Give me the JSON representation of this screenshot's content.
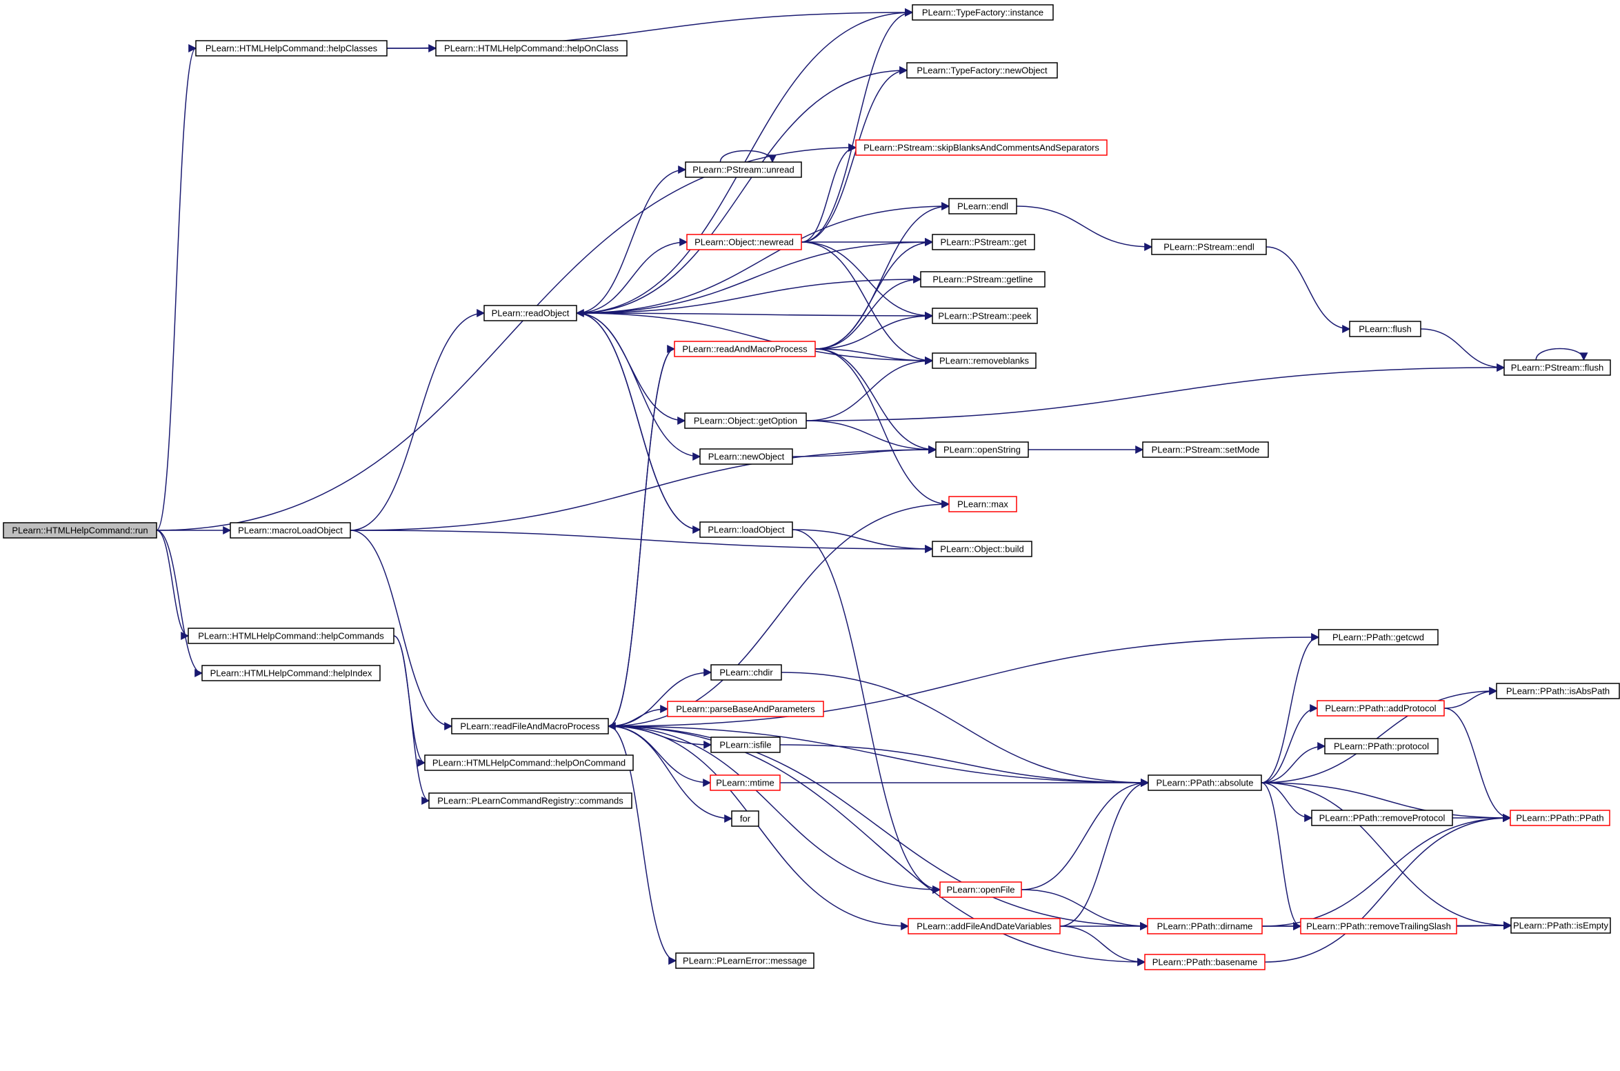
{
  "colors": {
    "edge": "#191970",
    "node_border": "#000000",
    "node_border_incomplete": "#ff0000",
    "node_fill": "#ffffff",
    "root_fill": "#bfbfbf"
  },
  "nodes": [
    {
      "id": "run",
      "label": "PLearn::HTMLHelpCommand::run",
      "style": "root"
    },
    {
      "id": "helpClasses",
      "label": "PLearn::HTMLHelpCommand::helpClasses",
      "style": "normal"
    },
    {
      "id": "helpOnClass",
      "label": "PLearn::HTMLHelpCommand::helpOnClass",
      "style": "normal"
    },
    {
      "id": "tfInstance",
      "label": "PLearn::TypeFactory::instance",
      "style": "normal"
    },
    {
      "id": "tfNewObject",
      "label": "PLearn::TypeFactory::newObject",
      "style": "normal"
    },
    {
      "id": "skipBlanks",
      "label": "PLearn::PStream::skipBlanksAndCommentsAndSeparators",
      "style": "truncated"
    },
    {
      "id": "unread",
      "label": "PLearn::PStream::unread",
      "style": "normal"
    },
    {
      "id": "endl",
      "label": "PLearn::endl",
      "style": "normal"
    },
    {
      "id": "psEndl",
      "label": "PLearn::PStream::endl",
      "style": "normal"
    },
    {
      "id": "newread",
      "label": "PLearn::Object::newread",
      "style": "truncated"
    },
    {
      "id": "psGet",
      "label": "PLearn::PStream::get",
      "style": "normal"
    },
    {
      "id": "getline",
      "label": "PLearn::PStream::getline",
      "style": "normal"
    },
    {
      "id": "readObject",
      "label": "PLearn::readObject",
      "style": "normal"
    },
    {
      "id": "peek",
      "label": "PLearn::PStream::peek",
      "style": "normal"
    },
    {
      "id": "flush",
      "label": "PLearn::flush",
      "style": "normal"
    },
    {
      "id": "readAndMacroProcess",
      "label": "PLearn::readAndMacroProcess",
      "style": "truncated"
    },
    {
      "id": "removeblanks",
      "label": "PLearn::removeblanks",
      "style": "normal"
    },
    {
      "id": "psFlush",
      "label": "PLearn::PStream::flush",
      "style": "normal"
    },
    {
      "id": "getOption",
      "label": "PLearn::Object::getOption",
      "style": "normal"
    },
    {
      "id": "openString",
      "label": "PLearn::openString",
      "style": "normal"
    },
    {
      "id": "setMode",
      "label": "PLearn::PStream::setMode",
      "style": "normal"
    },
    {
      "id": "newObject",
      "label": "PLearn::newObject",
      "style": "normal"
    },
    {
      "id": "max",
      "label": "PLearn::max",
      "style": "truncated"
    },
    {
      "id": "macroLoadObject",
      "label": "PLearn::macroLoadObject",
      "style": "normal"
    },
    {
      "id": "loadObject",
      "label": "PLearn::loadObject",
      "style": "normal"
    },
    {
      "id": "build",
      "label": "PLearn::Object::build",
      "style": "normal"
    },
    {
      "id": "helpCommands",
      "label": "PLearn::HTMLHelpCommand::helpCommands",
      "style": "normal"
    },
    {
      "id": "getcwd",
      "label": "PLearn::PPath::getcwd",
      "style": "normal"
    },
    {
      "id": "helpIndex",
      "label": "PLearn::HTMLHelpCommand::helpIndex",
      "style": "normal"
    },
    {
      "id": "chdir",
      "label": "PLearn::chdir",
      "style": "normal"
    },
    {
      "id": "isAbsPath",
      "label": "PLearn::PPath::isAbsPath",
      "style": "normal"
    },
    {
      "id": "addProtocol",
      "label": "PLearn::PPath::addProtocol",
      "style": "truncated"
    },
    {
      "id": "parseBase",
      "label": "PLearn::parseBaseAndParameters",
      "style": "truncated"
    },
    {
      "id": "readFileAndMacroProcess",
      "label": "PLearn::readFileAndMacroProcess",
      "style": "normal"
    },
    {
      "id": "isfile",
      "label": "PLearn::isfile",
      "style": "normal"
    },
    {
      "id": "protocol",
      "label": "PLearn::PPath::protocol",
      "style": "normal"
    },
    {
      "id": "helpOnCommand",
      "label": "PLearn::HTMLHelpCommand::helpOnCommand",
      "style": "normal"
    },
    {
      "id": "mtime",
      "label": "PLearn::mtime",
      "style": "truncated"
    },
    {
      "id": "absolute",
      "label": "PLearn::PPath::absolute",
      "style": "normal"
    },
    {
      "id": "commands",
      "label": "PLearn::PLearnCommandRegistry::commands",
      "style": "normal"
    },
    {
      "id": "forNode",
      "label": "for",
      "style": "normal"
    },
    {
      "id": "removeProtocol",
      "label": "PLearn::PPath::removeProtocol",
      "style": "normal"
    },
    {
      "id": "ppath",
      "label": "PLearn::PPath::PPath",
      "style": "truncated"
    },
    {
      "id": "openFile",
      "label": "PLearn::openFile",
      "style": "truncated"
    },
    {
      "id": "addFileAndDate",
      "label": "PLearn::addFileAndDateVariables",
      "style": "truncated"
    },
    {
      "id": "dirname",
      "label": "PLearn::PPath::dirname",
      "style": "truncated"
    },
    {
      "id": "removeTrailingSlash",
      "label": "PLearn::PPath::removeTrailingSlash",
      "style": "truncated"
    },
    {
      "id": "isEmpty",
      "label": "PLearn::PPath::isEmpty",
      "style": "normal"
    },
    {
      "id": "message",
      "label": "PLearn::PLearnError::message",
      "style": "normal"
    },
    {
      "id": "basename",
      "label": "PLearn::PPath::basename",
      "style": "truncated"
    }
  ],
  "edges": [
    [
      "run",
      "helpClasses"
    ],
    [
      "run",
      "skipBlanks"
    ],
    [
      "run",
      "macroLoadObject"
    ],
    [
      "run",
      "helpCommands"
    ],
    [
      "run",
      "helpIndex"
    ],
    [
      "helpClasses",
      "tfInstance"
    ],
    [
      "helpClasses",
      "helpOnClass"
    ],
    [
      "helpCommands",
      "helpOnCommand"
    ],
    [
      "helpCommands",
      "commands"
    ],
    [
      "macroLoadObject",
      "readObject"
    ],
    [
      "macroLoadObject",
      "openString"
    ],
    [
      "macroLoadObject",
      "build"
    ],
    [
      "macroLoadObject",
      "readFileAndMacroProcess"
    ],
    [
      "readObject",
      "tfInstance"
    ],
    [
      "readObject",
      "tfNewObject"
    ],
    [
      "readObject",
      "unread"
    ],
    [
      "readObject",
      "endl"
    ],
    [
      "readObject",
      "newread"
    ],
    [
      "readObject",
      "psGet"
    ],
    [
      "readObject",
      "getline"
    ],
    [
      "readObject",
      "peek"
    ],
    [
      "readObject",
      "removeblanks"
    ],
    [
      "readObject",
      "getOption"
    ],
    [
      "readObject",
      "newObject"
    ],
    [
      "readObject",
      "loadObject"
    ],
    [
      "newread",
      "tfInstance"
    ],
    [
      "newread",
      "tfNewObject"
    ],
    [
      "newread",
      "skipBlanks"
    ],
    [
      "newread",
      "psGet"
    ],
    [
      "newread",
      "peek"
    ],
    [
      "newread",
      "removeblanks"
    ],
    [
      "endl",
      "psEndl"
    ],
    [
      "psEndl",
      "flush"
    ],
    [
      "flush",
      "psFlush"
    ],
    [
      "psFlush",
      "psFlush"
    ],
    [
      "unread",
      "unread"
    ],
    [
      "readAndMacroProcess",
      "endl"
    ],
    [
      "readAndMacroProcess",
      "psGet"
    ],
    [
      "readAndMacroProcess",
      "getline"
    ],
    [
      "readAndMacroProcess",
      "peek"
    ],
    [
      "readAndMacroProcess",
      "removeblanks"
    ],
    [
      "readAndMacroProcess",
      "openString"
    ],
    [
      "readAndMacroProcess",
      "max"
    ],
    [
      "readAndMacroProcess",
      "readFileAndMacroProcess"
    ],
    [
      "getOption",
      "removeblanks"
    ],
    [
      "getOption",
      "psFlush"
    ],
    [
      "getOption",
      "openString"
    ],
    [
      "newObject",
      "openString"
    ],
    [
      "openString",
      "setMode"
    ],
    [
      "loadObject",
      "readObject"
    ],
    [
      "loadObject",
      "build"
    ],
    [
      "loadObject",
      "openFile"
    ],
    [
      "readFileAndMacroProcess",
      "readAndMacroProcess"
    ],
    [
      "readFileAndMacroProcess",
      "max"
    ],
    [
      "readFileAndMacroProcess",
      "getcwd"
    ],
    [
      "readFileAndMacroProcess",
      "chdir"
    ],
    [
      "readFileAndMacroProcess",
      "parseBase"
    ],
    [
      "readFileAndMacroProcess",
      "isfile"
    ],
    [
      "readFileAndMacroProcess",
      "mtime"
    ],
    [
      "readFileAndMacroProcess",
      "forNode"
    ],
    [
      "readFileAndMacroProcess",
      "absolute"
    ],
    [
      "readFileAndMacroProcess",
      "openFile"
    ],
    [
      "readFileAndMacroProcess",
      "addFileAndDate"
    ],
    [
      "readFileAndMacroProcess",
      "message"
    ],
    [
      "readFileAndMacroProcess",
      "dirname"
    ],
    [
      "readFileAndMacroProcess",
      "basename"
    ],
    [
      "chdir",
      "absolute"
    ],
    [
      "isfile",
      "absolute"
    ],
    [
      "mtime",
      "absolute"
    ],
    [
      "openFile",
      "absolute"
    ],
    [
      "openFile",
      "dirname"
    ],
    [
      "addFileAndDate",
      "absolute"
    ],
    [
      "addFileAndDate",
      "dirname"
    ],
    [
      "addFileAndDate",
      "basename"
    ],
    [
      "absolute",
      "getcwd"
    ],
    [
      "absolute",
      "isAbsPath"
    ],
    [
      "absolute",
      "addProtocol"
    ],
    [
      "absolute",
      "protocol"
    ],
    [
      "absolute",
      "removeProtocol"
    ],
    [
      "absolute",
      "ppath"
    ],
    [
      "absolute",
      "removeTrailingSlash"
    ],
    [
      "absolute",
      "isEmpty"
    ],
    [
      "addProtocol",
      "isAbsPath"
    ],
    [
      "addProtocol",
      "ppath"
    ],
    [
      "removeProtocol",
      "ppath"
    ],
    [
      "dirname",
      "ppath"
    ],
    [
      "dirname",
      "removeTrailingSlash"
    ],
    [
      "dirname",
      "isEmpty"
    ],
    [
      "removeTrailingSlash",
      "isEmpty"
    ],
    [
      "basename",
      "ppath"
    ]
  ]
}
